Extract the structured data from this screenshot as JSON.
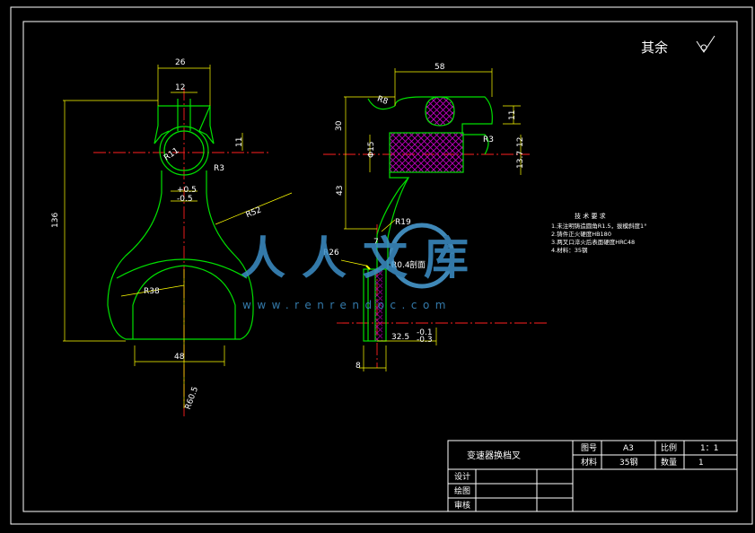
{
  "drawing": {
    "surface_note": "其余",
    "dimensions": {
      "top_width": "26",
      "slot_width": "12",
      "height_total": "136",
      "height_11": "11",
      "radius_r3": "R3",
      "radius_r11": "R11",
      "tol_plus": "+0.5",
      "tol_minus": "-0.5",
      "radius_r52": "R52",
      "radius_r38": "R38",
      "bottom_width": "48",
      "radius_r60": "R60.5",
      "side_width": "58",
      "side_h30": "30",
      "side_h43": "43",
      "side_11": "11",
      "side_r3": "R3",
      "side_12": "12",
      "side_17": "13.7",
      "side_r8": "R8",
      "side_phi": "Φ15",
      "side_r26": "R26",
      "side_r4": "R0.4",
      "side_r4b": "剖面",
      "side_r19": "R19",
      "side_7": "7",
      "side_325": "32.5",
      "side_tol_a": "-0.1",
      "side_tol_b": "-0.3",
      "side_8": "8"
    },
    "tech_notes": {
      "title": "技 术 要 求",
      "lines": [
        "1.未注明铸造圆角R1.5，拔模斜度1°",
        "2.铸件正火硬度HB180",
        "3.两叉口淬火后表面硬度HRC48",
        "4.材料：35钢"
      ]
    },
    "watermark": {
      "brand": "人人文库",
      "url": "www.renrendoc.com"
    }
  },
  "title_block": {
    "part_name": "变速器换档叉",
    "drawing_no_label": "图号",
    "drawing_no_value": "A3",
    "scale_label": "比例",
    "scale_value": "1：1",
    "material_label": "材料",
    "material_value": "35钢",
    "quantity_label": "数量",
    "quantity_value": "1",
    "designer_label": "设计",
    "drafter_label": "绘图",
    "reviewer_label": "审核"
  }
}
